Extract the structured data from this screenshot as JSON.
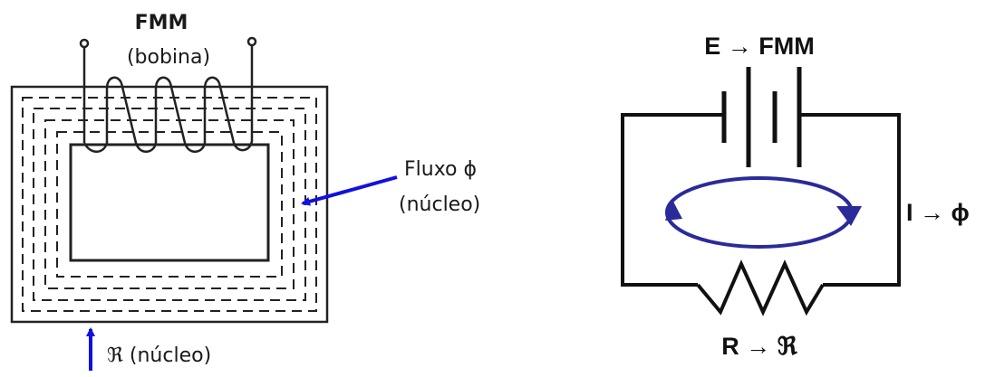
{
  "magnetic_circuit": {
    "fmm_title": "FMM",
    "fmm_subtitle": "(bobina)",
    "flux_label": "Fluxo ϕ",
    "flux_sublabel": "(núcleo)",
    "reluctance_label": "ℜ (núcleo)"
  },
  "electric_circuit": {
    "source_label": "E → FMM",
    "current_label": "I → ϕ",
    "resistor_label": "R → ℜ"
  },
  "colors": {
    "arrow": "#1010e0",
    "loop": "#2a2a9a",
    "line": "#111111"
  }
}
